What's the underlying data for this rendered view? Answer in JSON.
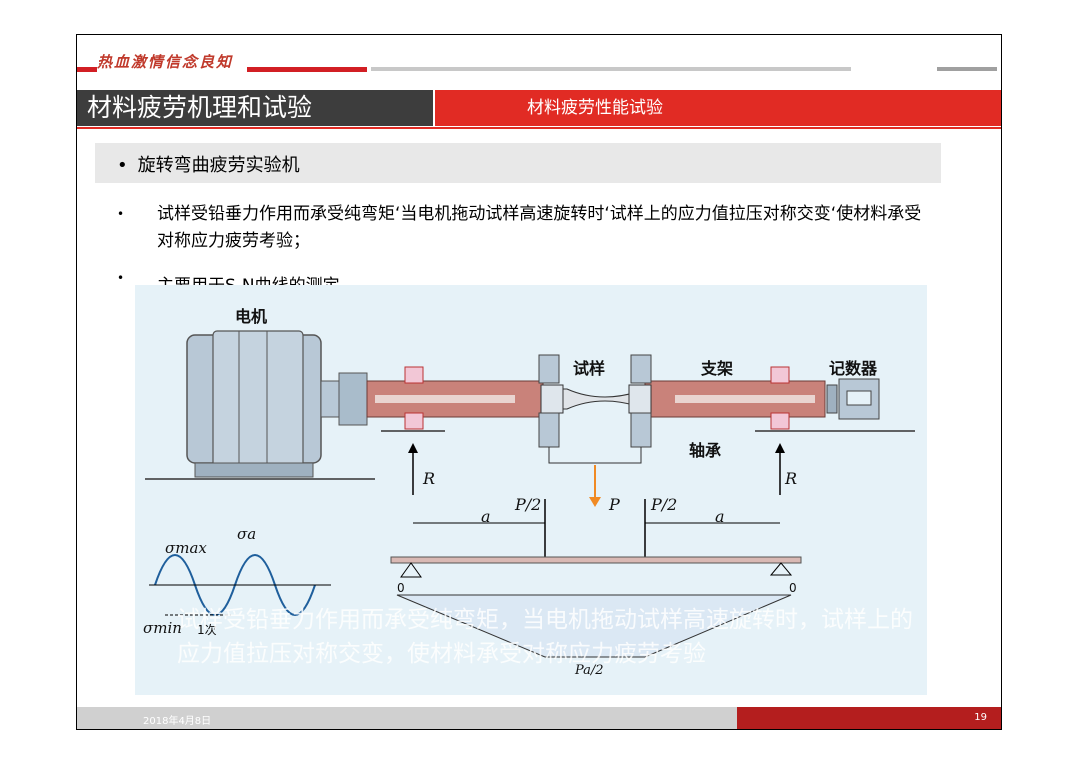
{
  "header": {
    "motto": "热血激情信念良知",
    "title_left": "材料疲劳机理和试验",
    "title_right": "材料疲劳性能试验"
  },
  "section_heading": "旋转弯曲疲劳实验机",
  "bullets": [
    "试样受铅垂力作用而承受纯弯矩‘当电机拖动试样高速旋转时‘试样上的应力值拉压对称交变‘使材料承受对称应力疲劳考验；",
    "主要用于S-N曲线的测定"
  ],
  "bullet_symbol": "•",
  "diagram": {
    "motor_label": "电机",
    "specimen_label": "试样",
    "support_label": "支架",
    "counter_label": "记数器",
    "bearing_label": "轴承",
    "reaction_label": "R",
    "force_half": "P/2",
    "force_total": "P",
    "span_label": "a",
    "sigma_max": "σmax",
    "sigma_a": "σa",
    "sigma_min": "σmin",
    "cycle_label": "1次",
    "moment_label": "Pa/2",
    "zero_label": "0"
  },
  "overlay_text": "试样受铅垂力作用而承受纯弯矩，当电机拖动试样高速旋转时，试样上的应力值拉压对称交变，使材料承受对称应力疲劳考验",
  "footer": {
    "date": "2018年4月8日",
    "page": "19"
  },
  "colors": {
    "accent_red": "#e12b24",
    "dark_title": "#3d3d3d",
    "shaft": "#c9827a",
    "diagram_bg": "#e6f2f8",
    "force_arrow": "#f08a24"
  }
}
